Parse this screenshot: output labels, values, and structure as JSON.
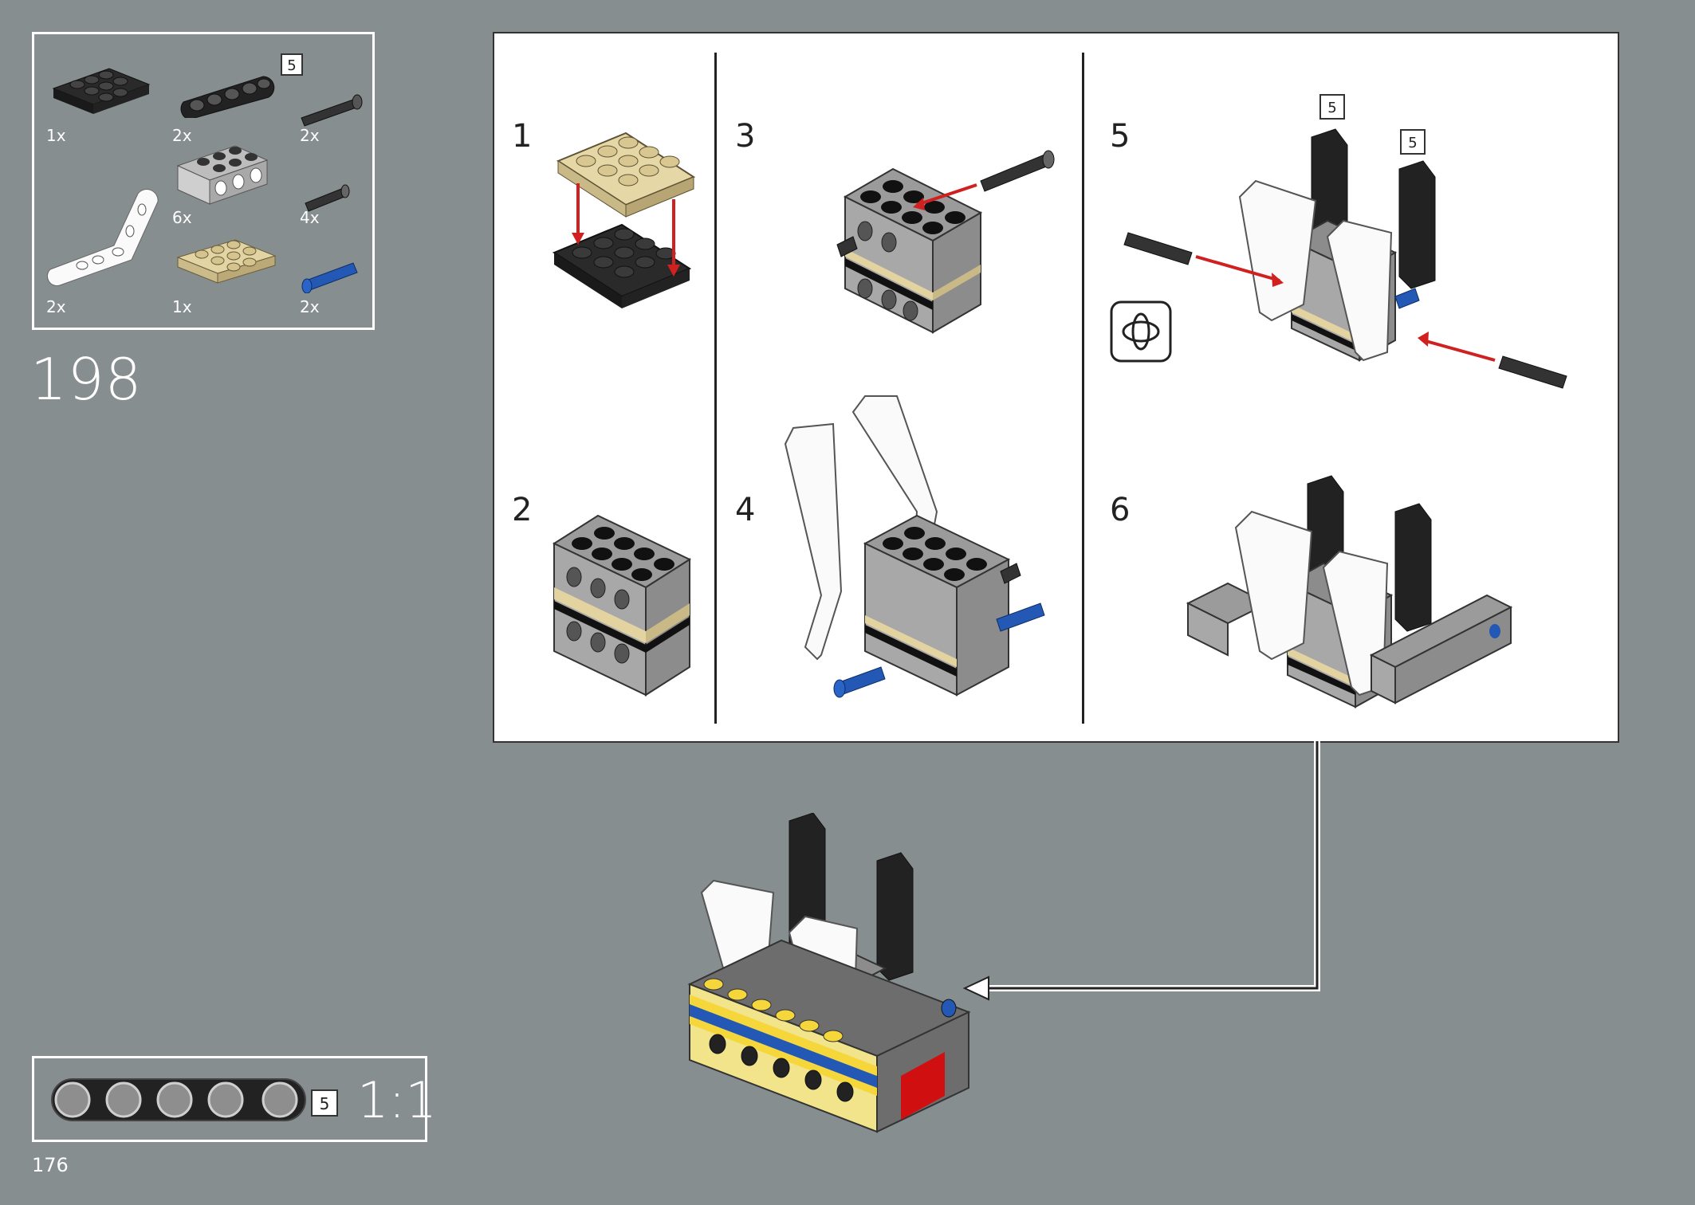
{
  "parts_list": {
    "items": [
      {
        "name": "black-plate-2x4",
        "qty": "1x"
      },
      {
        "name": "black-beam-5",
        "qty": "2x",
        "length": "5"
      },
      {
        "name": "dark-axle-short",
        "qty": "2x"
      },
      {
        "name": "light-gray-brick-1x4",
        "qty": "6x"
      },
      {
        "name": "dark-axle-pin",
        "qty": "4x"
      },
      {
        "name": "white-angled-beam",
        "qty": "2x"
      },
      {
        "name": "tan-plate-2x4",
        "qty": "1x"
      },
      {
        "name": "blue-pin",
        "qty": "2x"
      }
    ]
  },
  "step": {
    "number": "198"
  },
  "sub_steps": [
    "1",
    "2",
    "3",
    "4",
    "5",
    "6"
  ],
  "callout": {
    "badge_5a": "5",
    "badge_5b": "5"
  },
  "ruler": {
    "length": "5",
    "scale": "1:1"
  },
  "page": {
    "number": "176"
  },
  "icons": [
    "rotate-model-icon",
    "arrow-icon"
  ]
}
